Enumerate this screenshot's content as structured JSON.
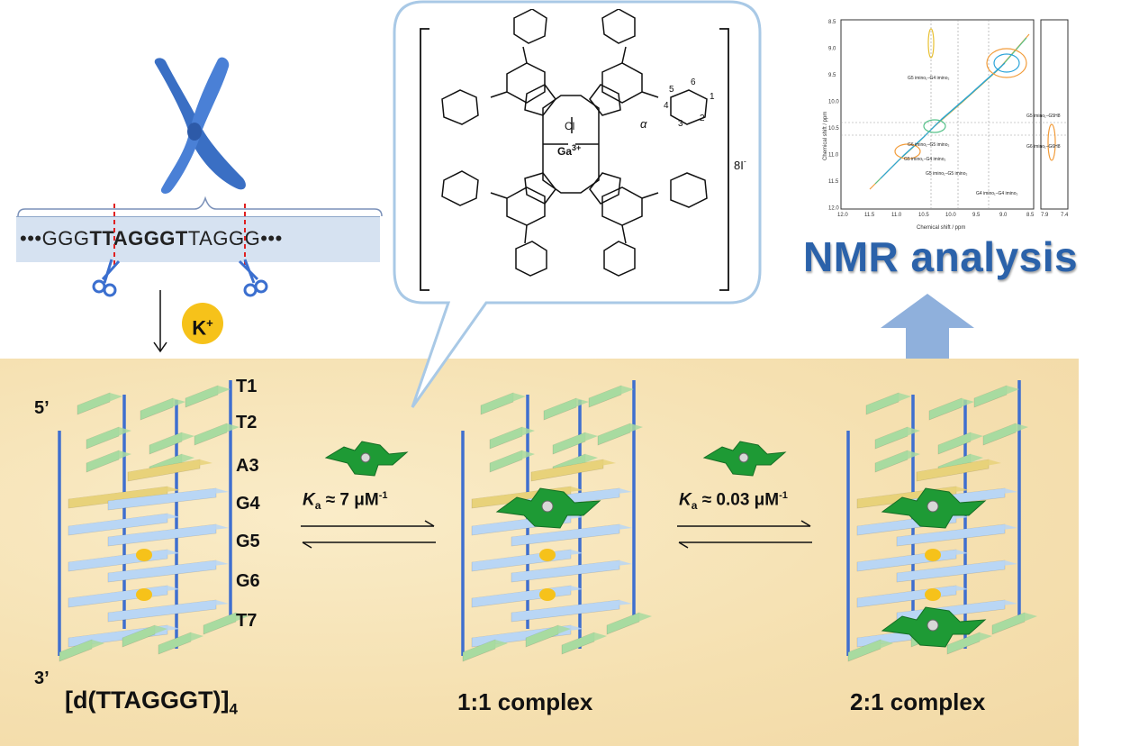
{
  "sequence": {
    "prefix": "•••GGG",
    "core": "TTAGGGT",
    "suffix": "TAGGG•••"
  },
  "cation": "K",
  "cation_charge": "+",
  "quadruplex": {
    "label_main": "[d(TTAGGGT)]",
    "label_sub": "4",
    "five_prime": "5’",
    "three_prime": "3’",
    "layers": [
      "T1",
      "T2",
      "A3",
      "G4",
      "G5",
      "G6",
      "T7"
    ]
  },
  "equilibria": [
    {
      "k": "K",
      "sub": "a",
      "value": " ≈ 7 μM",
      "sup": "-1"
    },
    {
      "k": "K",
      "sub": "a",
      "value": " ≈ 0.03 μM",
      "sup": "-1"
    }
  ],
  "complexes": [
    "1:1 complex",
    "2:1 complex"
  ],
  "structure": {
    "counter_ion": "8I",
    "counter_ion_charge": "-",
    "metal": "Ga",
    "metal_charge": "3+",
    "axial_ligand": "Cl",
    "numbering": [
      "1",
      "2",
      "3",
      "4",
      "5",
      "6"
    ],
    "alpha": "α"
  },
  "nmr": {
    "title": "NMR analysis",
    "ylabel": "Chemical shift / ppm",
    "xlabel": "Chemical shift / ppm",
    "y_ticks": [
      "8.5",
      "9.0",
      "9.5",
      "10.0",
      "10.5",
      "11.0",
      "11.5",
      "12.0"
    ],
    "x_ticks_main": [
      "12.0",
      "11.5",
      "11.0",
      "10.5",
      "10.0",
      "9.5",
      "9.0",
      "8.5"
    ],
    "x_ticks_side": [
      "7.9",
      "7.4"
    ],
    "annotations": [
      "G5 imino₁–G4 imino₂",
      "G6 imino₁–G5 imino₂",
      "G5 imino₁–G4 imino₂",
      "G5 imino₁–G5 imino₂",
      "G4 imino₁–G4 imino₂",
      "G5 imino₁–G5H8",
      "G6 imino₁–G6H8"
    ]
  },
  "colors": {
    "backbone": "#3f6fcf",
    "thymine": "#a8dba0",
    "adenine": "#e8d27a",
    "guanine": "#b9d6f4",
    "ligand": "#1e9a35",
    "arrow_up": "#8fb0dc",
    "callout": "#a9c9e6",
    "k_ion": "#f6c21a"
  }
}
